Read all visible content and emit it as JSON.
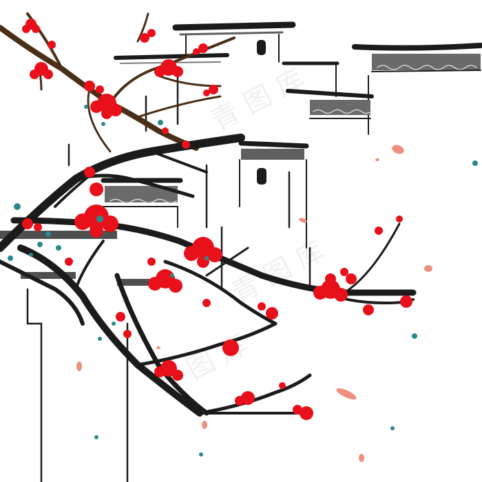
{
  "colors": {
    "background": "#ffffff",
    "ink": "#1b1b1b",
    "roof_gray": "#5f5f5f",
    "roof_light": "#9a9a9a",
    "plum_red": "#e8101a",
    "petal_pink": "#ee8f7f",
    "teal_dot": "#2a8a8a",
    "brown_branch": "#4a2e17"
  },
  "watermark": {
    "text_1": "青 图 库",
    "text_2": "青 图 库",
    "text_3": "青 图 库"
  },
  "elements": {
    "buildings": "huizhou-style-walls",
    "tree": "plum-blossom-branch"
  }
}
